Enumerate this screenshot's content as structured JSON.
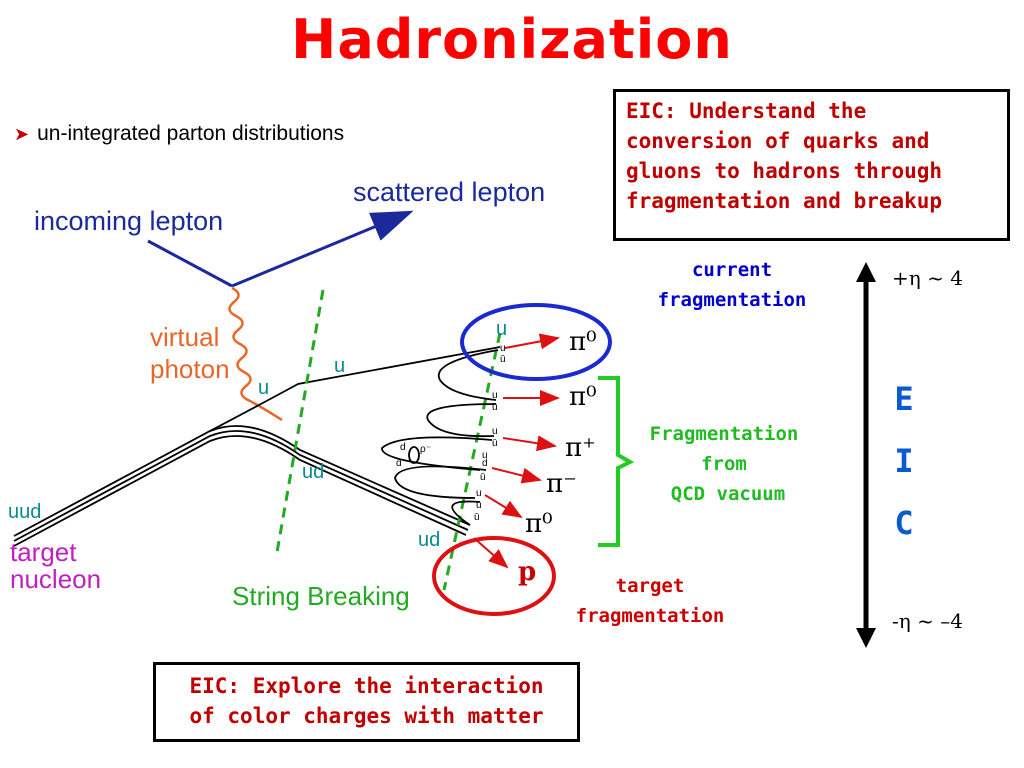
{
  "title": "Hadronization",
  "bullet": {
    "icon": "red-arrow-bullet-icon",
    "text": "un-integrated parton distributions"
  },
  "box_top": {
    "lines": [
      "EIC: Understand the",
      "conversion of quarks and",
      "gluons to hadrons through",
      "fragmentation and breakup"
    ]
  },
  "box_bottom": {
    "lines": [
      "EIC: Explore the interaction",
      "of color charges with matter"
    ]
  },
  "diagram": {
    "incoming_lepton": "incoming lepton",
    "scattered_lepton": "scattered lepton",
    "virtual_photon": [
      "virtual",
      "photon"
    ],
    "quark_u_1": "u",
    "quark_u_2": "u",
    "quark_u_3": "u",
    "diquark_ud_1": "ud",
    "diquark_ud_2": "ud",
    "uud": "uud",
    "target_nucleon": [
      "target",
      "nucleon"
    ],
    "string_breaking": "String Breaking",
    "hadrons": [
      "π⁰",
      "π⁰",
      "π⁺",
      "π⁻",
      "π⁰",
      "p"
    ],
    "small_quarks": [
      "u",
      "ū",
      "u",
      "ū",
      "u",
      "ū",
      "u",
      "d̄",
      "d",
      "ū",
      "u",
      "u",
      "d",
      "ū",
      "ρ⁻"
    ],
    "current_fragmentation": [
      "current",
      "fragmentation"
    ],
    "fragmentation_qcd": [
      "Fragmentation",
      "from",
      "QCD vacuum"
    ],
    "target_fragmentation": [
      "target",
      "fragmentation"
    ]
  },
  "eic_axis": {
    "top": "+η ~ 4",
    "bottom": "-η ~ –4",
    "letters": [
      "E",
      "I",
      "C"
    ]
  },
  "colors": {
    "title": "#ff0000",
    "box_text": "#c00000",
    "lepton": "#1a2a9c",
    "photon": "#e8662a",
    "quark": "#0a8a8a",
    "string": "#22aa22",
    "nucleon": "#c020c0",
    "current": "#0000cc",
    "bracket": "#22cc22",
    "target_ellipse": "#dd1111",
    "arrow": "#dd1111"
  }
}
